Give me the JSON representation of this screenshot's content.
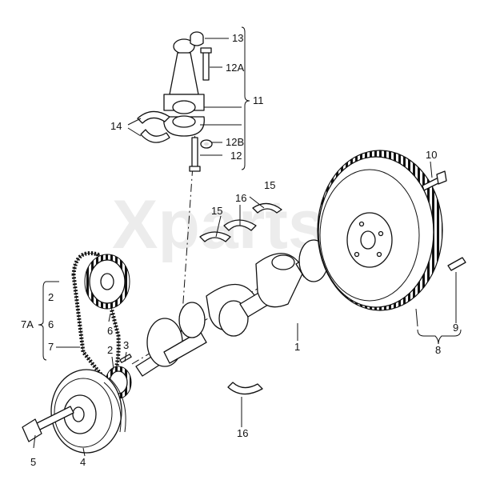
{
  "watermark": "Xparts",
  "labels": {
    "l13": "13",
    "l12a": "12A",
    "l11": "11",
    "l14": "14",
    "l12b": "12B",
    "l12": "12",
    "l10": "10",
    "l15a": "15",
    "l16a": "16",
    "l15b": "15",
    "l2a": "2",
    "l7a": "7A",
    "l6a": "6",
    "l7": "7",
    "l6b": "6",
    "l2b": "2",
    "l3": "3",
    "l1": "1",
    "l9": "9",
    "l8": "8",
    "l5": "5",
    "l4": "4",
    "l16b": "16"
  }
}
